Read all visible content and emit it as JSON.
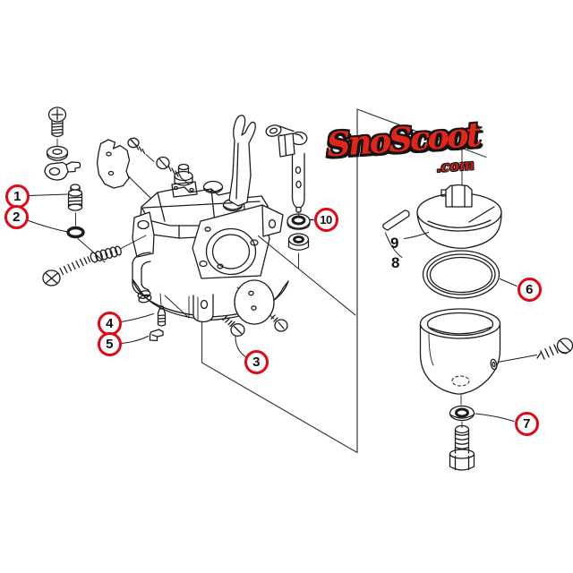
{
  "diagram": {
    "type": "exploded-parts-diagram",
    "subject": "carburetor assembly",
    "background_color": "#ffffff",
    "line_color": "#1c1c1c",
    "callout_ring_color": "#e30613"
  },
  "logo": {
    "text": "SnoScoot",
    "suffix": ".com",
    "color": "#e2251b",
    "outline_color": "#141414"
  },
  "callouts": {
    "c1": {
      "label": "1"
    },
    "c2": {
      "label": "2"
    },
    "c3": {
      "label": "3"
    },
    "c4": {
      "label": "4"
    },
    "c5": {
      "label": "5"
    },
    "c6": {
      "label": "6"
    },
    "c7": {
      "label": "7"
    },
    "c10": {
      "label": "10"
    }
  },
  "plain_labels": {
    "l8": {
      "text": "8"
    },
    "l9": {
      "text": "9"
    }
  }
}
